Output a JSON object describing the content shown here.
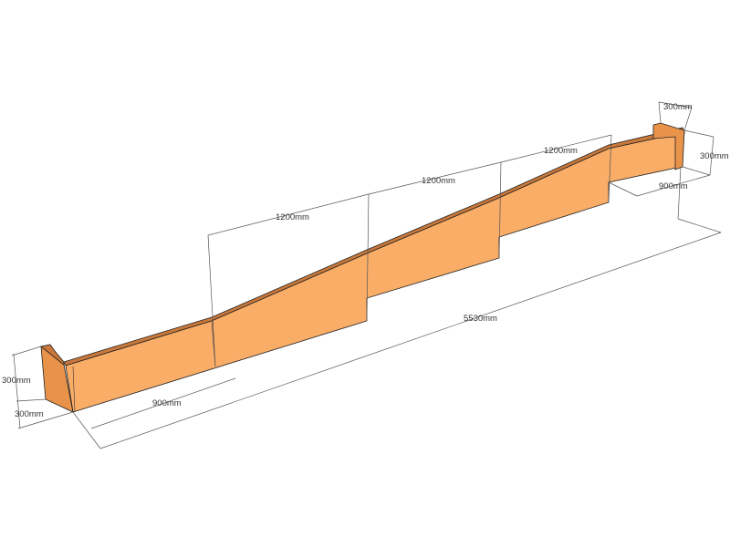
{
  "colors": {
    "wall_face": "#f9ad67",
    "wall_side": "#e8924a",
    "wall_top": "#c9783a",
    "dimension_line": "#555555"
  },
  "dimensions": {
    "left_height": "300mm",
    "left_depth": "300mm",
    "left_flat_length": "900mm",
    "step_1_length": "1200mm",
    "step_2_length": "1200mm",
    "step_3_length": "1200mm",
    "total_length": "5530mm",
    "right_depth": "300mm",
    "right_height": "300mm",
    "right_flat_length": "900mm"
  }
}
